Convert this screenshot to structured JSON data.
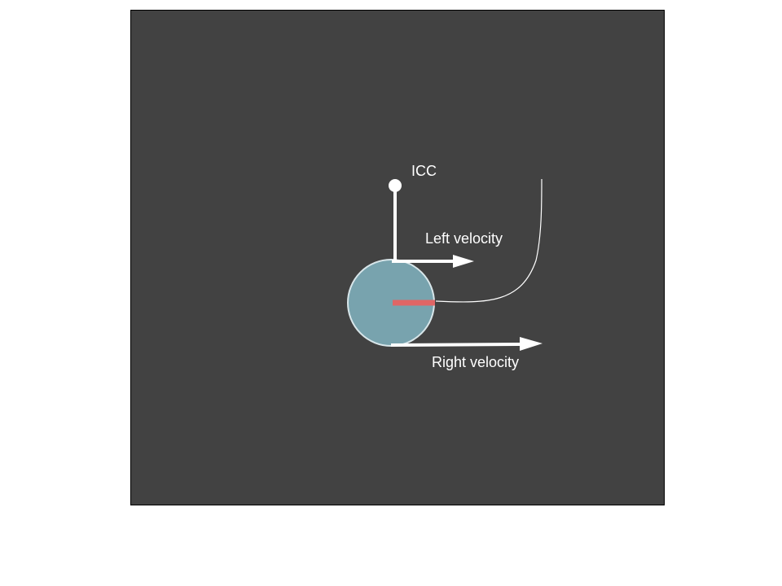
{
  "diagram": {
    "labels": {
      "icc": "ICC",
      "left_velocity": "Left velocity",
      "right_velocity": "Right velocity"
    },
    "colors": {
      "canvas_background": "#424242",
      "robot_body": "#78a3ae",
      "robot_outline": "#d8e6ea",
      "heading_indicator": "#e06666",
      "arrows": "#ffffff",
      "trajectory": "#ffffff",
      "text": "#ffffff"
    }
  }
}
